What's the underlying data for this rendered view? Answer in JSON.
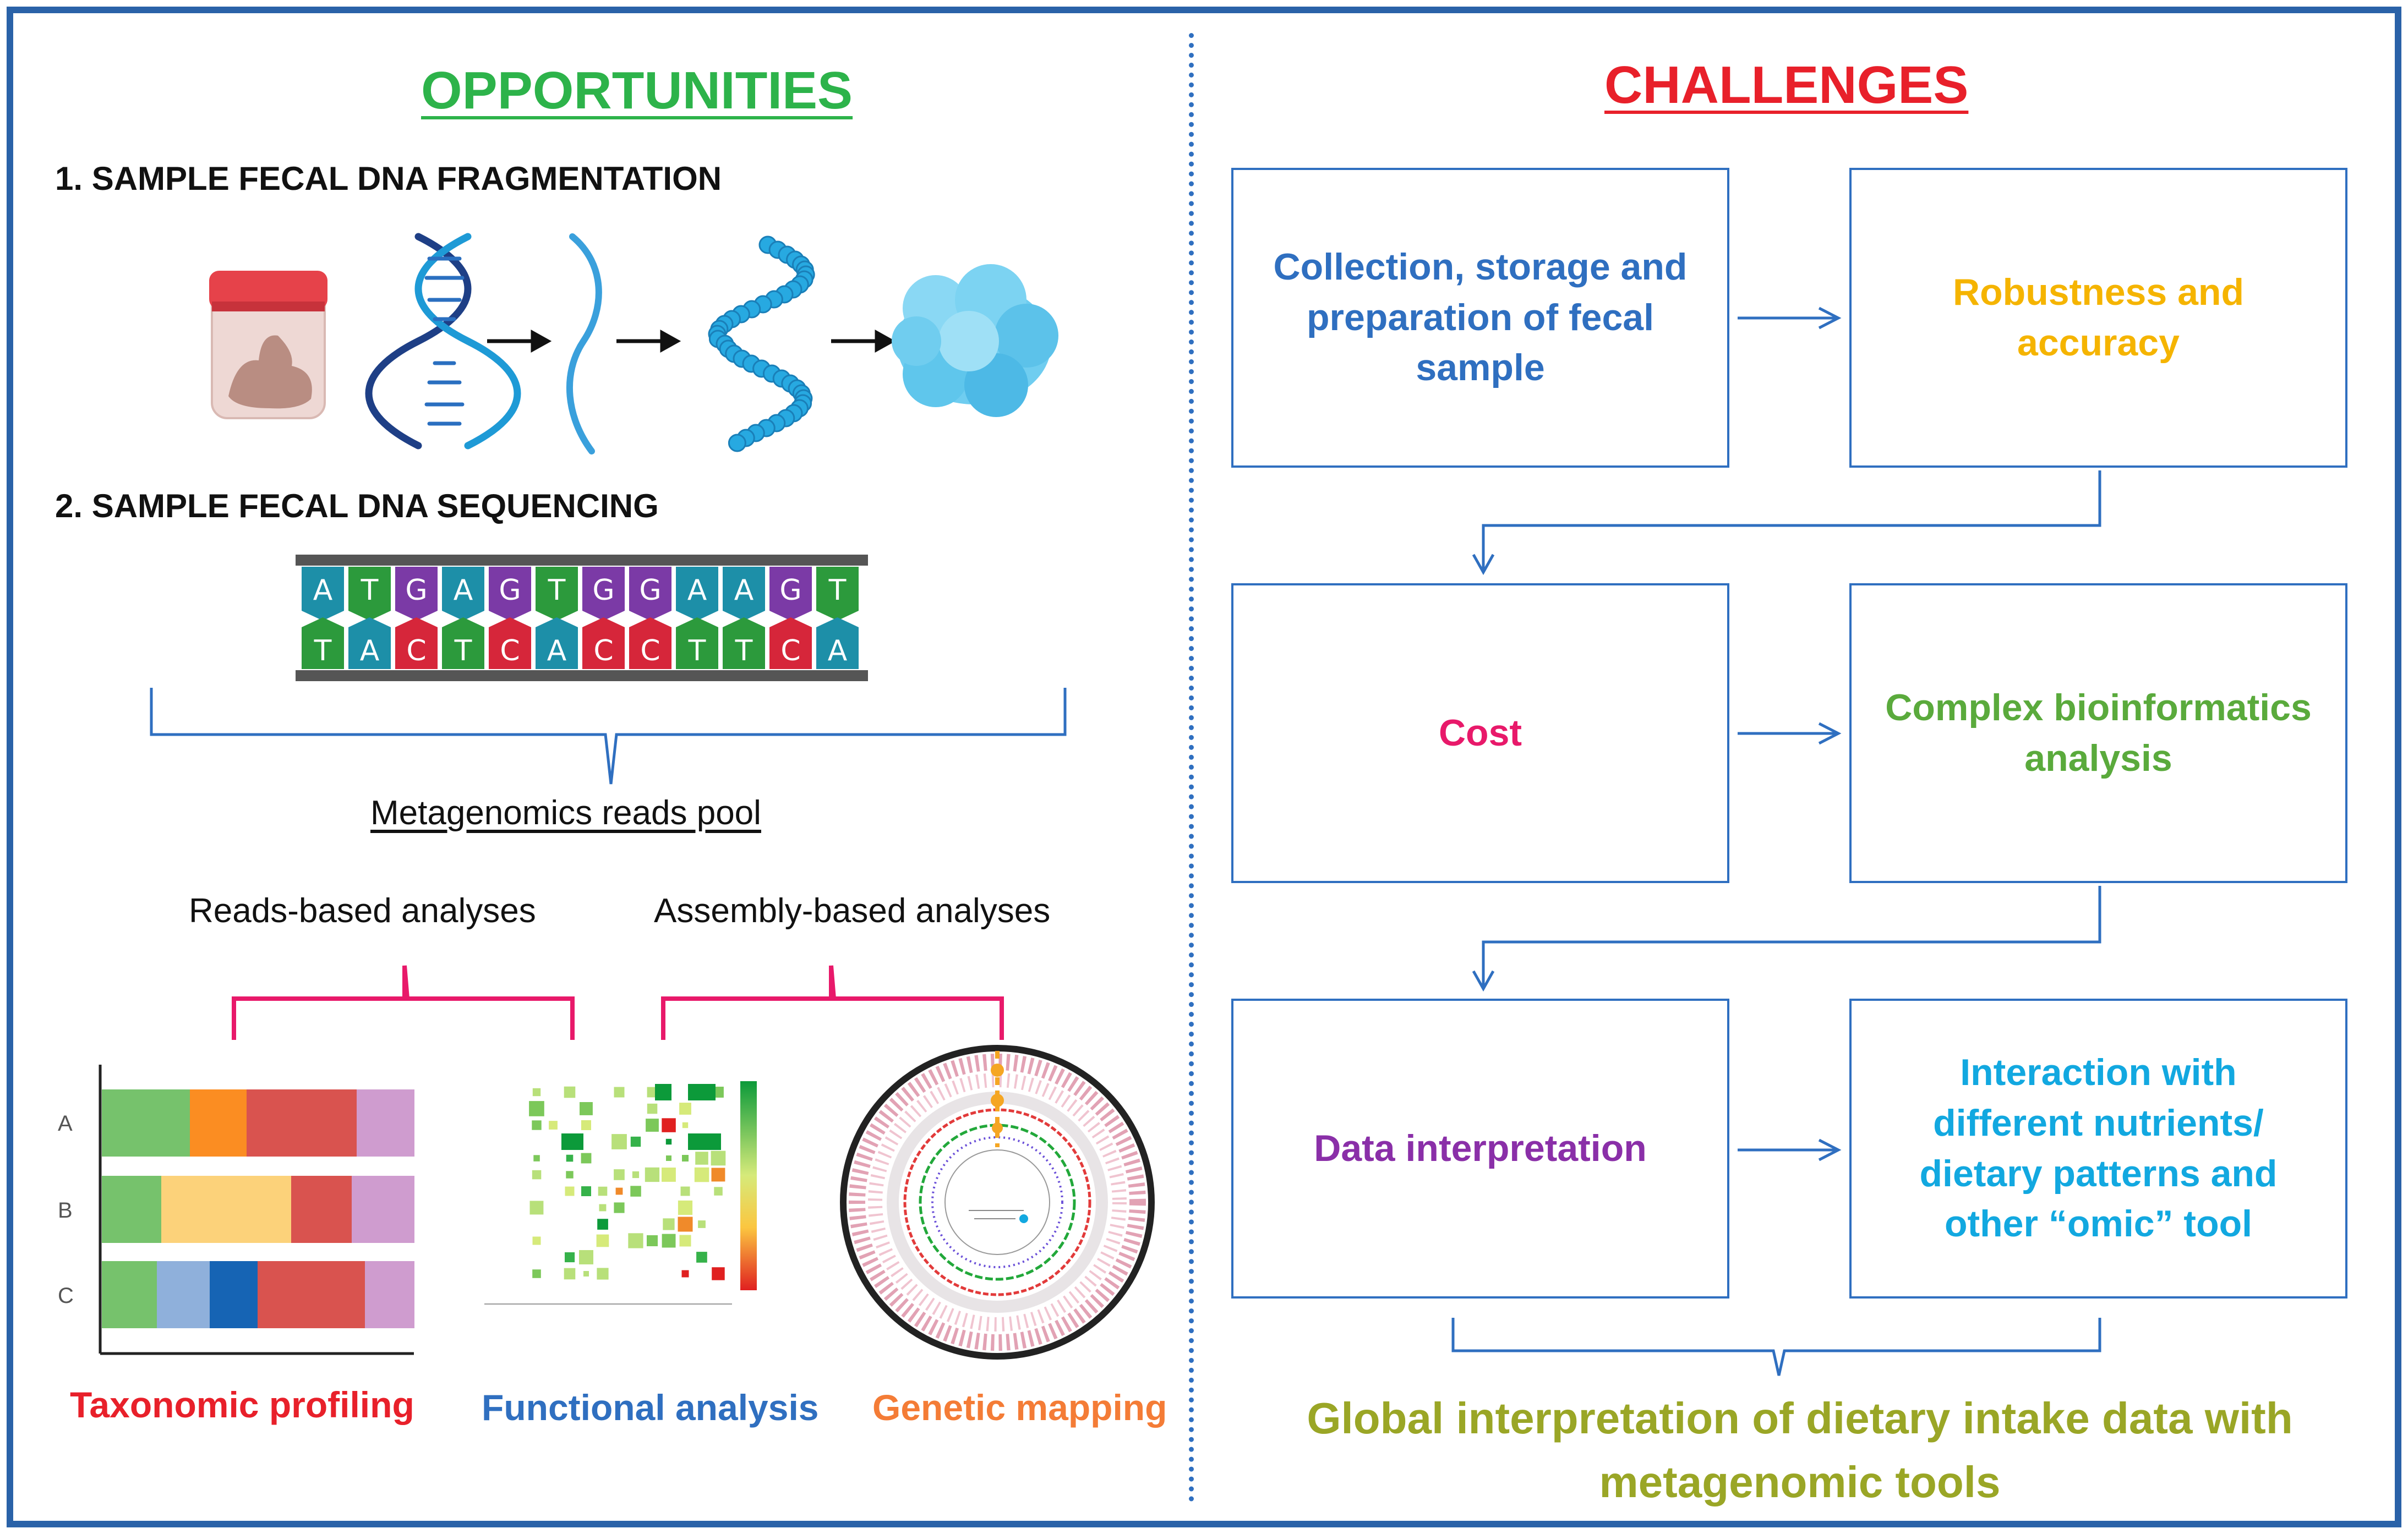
{
  "opportunities": {
    "title": "OPPORTUNITIES",
    "step1": "1. SAMPLE FECAL DNA FRAGMENTATION",
    "step2": "2. SAMPLE FECAL DNA SEQUENCING",
    "sequence_top": [
      "A",
      "T",
      "G",
      "A",
      "G",
      "T",
      "G",
      "G",
      "A",
      "A",
      "G",
      "T"
    ],
    "sequence_bottom": [
      "T",
      "A",
      "C",
      "T",
      "C",
      "A",
      "C",
      "C",
      "T",
      "T",
      "C",
      "A"
    ],
    "reads_pool": "Metagenomics reads pool",
    "reads_based": "Reads-based analyses",
    "assembly_based": "Assembly-based analyses",
    "bar_rows": [
      "A",
      "B",
      "C"
    ],
    "taxonomic": "Taxonomic profiling",
    "functional": "Functional analysis",
    "genetic": "Genetic mapping"
  },
  "challenges": {
    "title": "CHALLENGES",
    "box1": [
      "Collection, storage and",
      "preparation of fecal",
      "sample"
    ],
    "box2": [
      "Robustness and",
      "accuracy"
    ],
    "box3": [
      "Cost"
    ],
    "box4": [
      "Complex bioinformatics",
      "analysis"
    ],
    "box5": [
      "Data interpretation"
    ],
    "box6": [
      "Interaction with",
      "different nutrients/",
      "dietary patterns and",
      "other “omic” tool"
    ],
    "final": [
      "Global interpretation of dietary intake data with",
      "metagenomic tools"
    ]
  },
  "colors": {
    "border": "#2a62a8",
    "opportunities": "#2db34a",
    "challenges": "#e8202a",
    "blue": "#2f6fc0",
    "orange_yellow": "#f5b400",
    "pink": "#e8196a",
    "green": "#5aaa3c",
    "purple": "#8a2fa8",
    "cyan": "#12a8e0",
    "olive": "#9aa626"
  }
}
